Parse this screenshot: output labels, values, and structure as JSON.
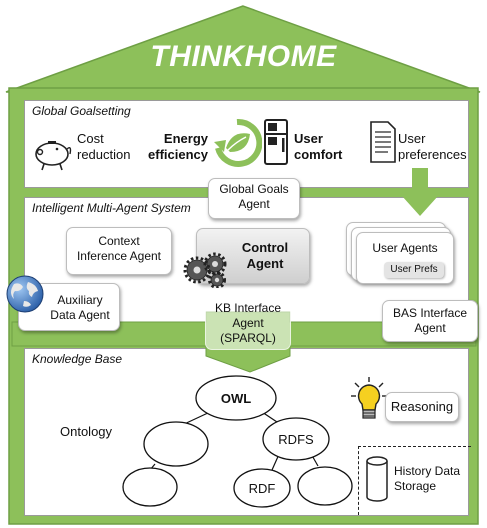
{
  "title": "THINKHOME",
  "colors": {
    "green": "#8dc05a",
    "green_dark": "#5f9a3a",
    "panel_border": "#9a9a9a"
  },
  "goalsetting": {
    "title": "Global Goalsetting",
    "cost": {
      "line1": "Cost",
      "line2": "reduction",
      "icon": "piggy-bank-icon"
    },
    "energy": {
      "line1": "Energy",
      "line2": "efficiency",
      "icon": "recycle-leaf-icon"
    },
    "comfort": {
      "line1": "User",
      "line2": "comfort",
      "icon": "fridge-icon"
    },
    "preferences": {
      "line1": "User",
      "line2": "preferences",
      "icon": "document-icon"
    }
  },
  "mas": {
    "title": "Intelligent Multi-Agent System",
    "global_goals_agent": {
      "line1": "Global Goals",
      "line2": "Agent"
    },
    "context_agent": {
      "line1": "Context",
      "line2": "Inference Agent"
    },
    "control_agent": {
      "line1": "Control",
      "line2": "Agent",
      "icon": "gears-icon"
    },
    "user_agents": {
      "label": "User Agents",
      "prefs": "User Prefs"
    },
    "auxiliary_agent": {
      "line1": "Auxiliary",
      "line2": "Data Agent",
      "icon": "globe-icon"
    },
    "kb_interface": {
      "line1": "KB Interface",
      "line2": "Agent",
      "line3": "(SPARQL)"
    },
    "bas_interface": {
      "line1": "BAS Interface",
      "line2": "Agent"
    }
  },
  "kb": {
    "title": "Knowledge Base",
    "ontology": "Ontology",
    "owl": "OWL",
    "rdfs": "RDFS",
    "rdf": "RDF",
    "reasoning": {
      "label": "Reasoning",
      "icon": "lightbulb-icon"
    },
    "history": {
      "line1": "History Data",
      "line2": "Storage",
      "icon": "database-icon"
    }
  }
}
